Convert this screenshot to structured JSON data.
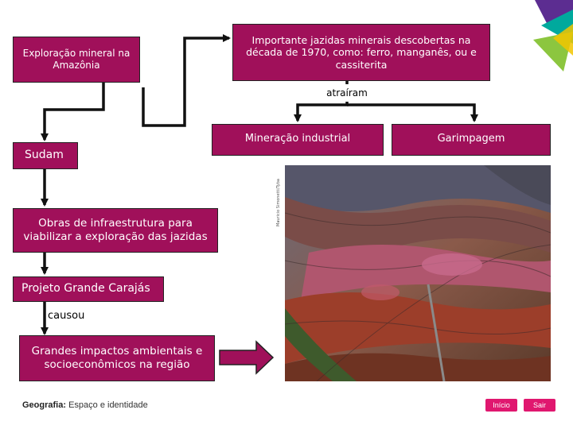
{
  "nodes": {
    "exploracao": "Exploração mineral na Amazônia",
    "jazidas": "Importante jazidas minerais descobertas na década de 1970, como: ferro, manganês, ou e cassiterita",
    "atrairam": "atraíram",
    "mineracao": "Mineração industrial",
    "garimpagem": "Garimpagem",
    "sudam": "Sudam",
    "obras": "Obras de infraestrutura para viabilizar a exploração das jazidas",
    "carajas": "Projeto Grande Carajás",
    "causou": "causou",
    "impactos": "Grandes impactos ambientais e socioeconômicos na região"
  },
  "photo": {
    "credit": "Mauricio Simonetti/Tyba"
  },
  "footer": {
    "subject": "Geografia:",
    "title": "Espaço e identidade"
  },
  "nav": {
    "inicio": "Início",
    "sair": "Sair"
  },
  "colors": {
    "box_fill": "#a0105a",
    "accent_pink": "#e0176f",
    "logo_green": "#8cc63f",
    "logo_teal": "#00a99d",
    "logo_purple": "#5c2d91"
  }
}
